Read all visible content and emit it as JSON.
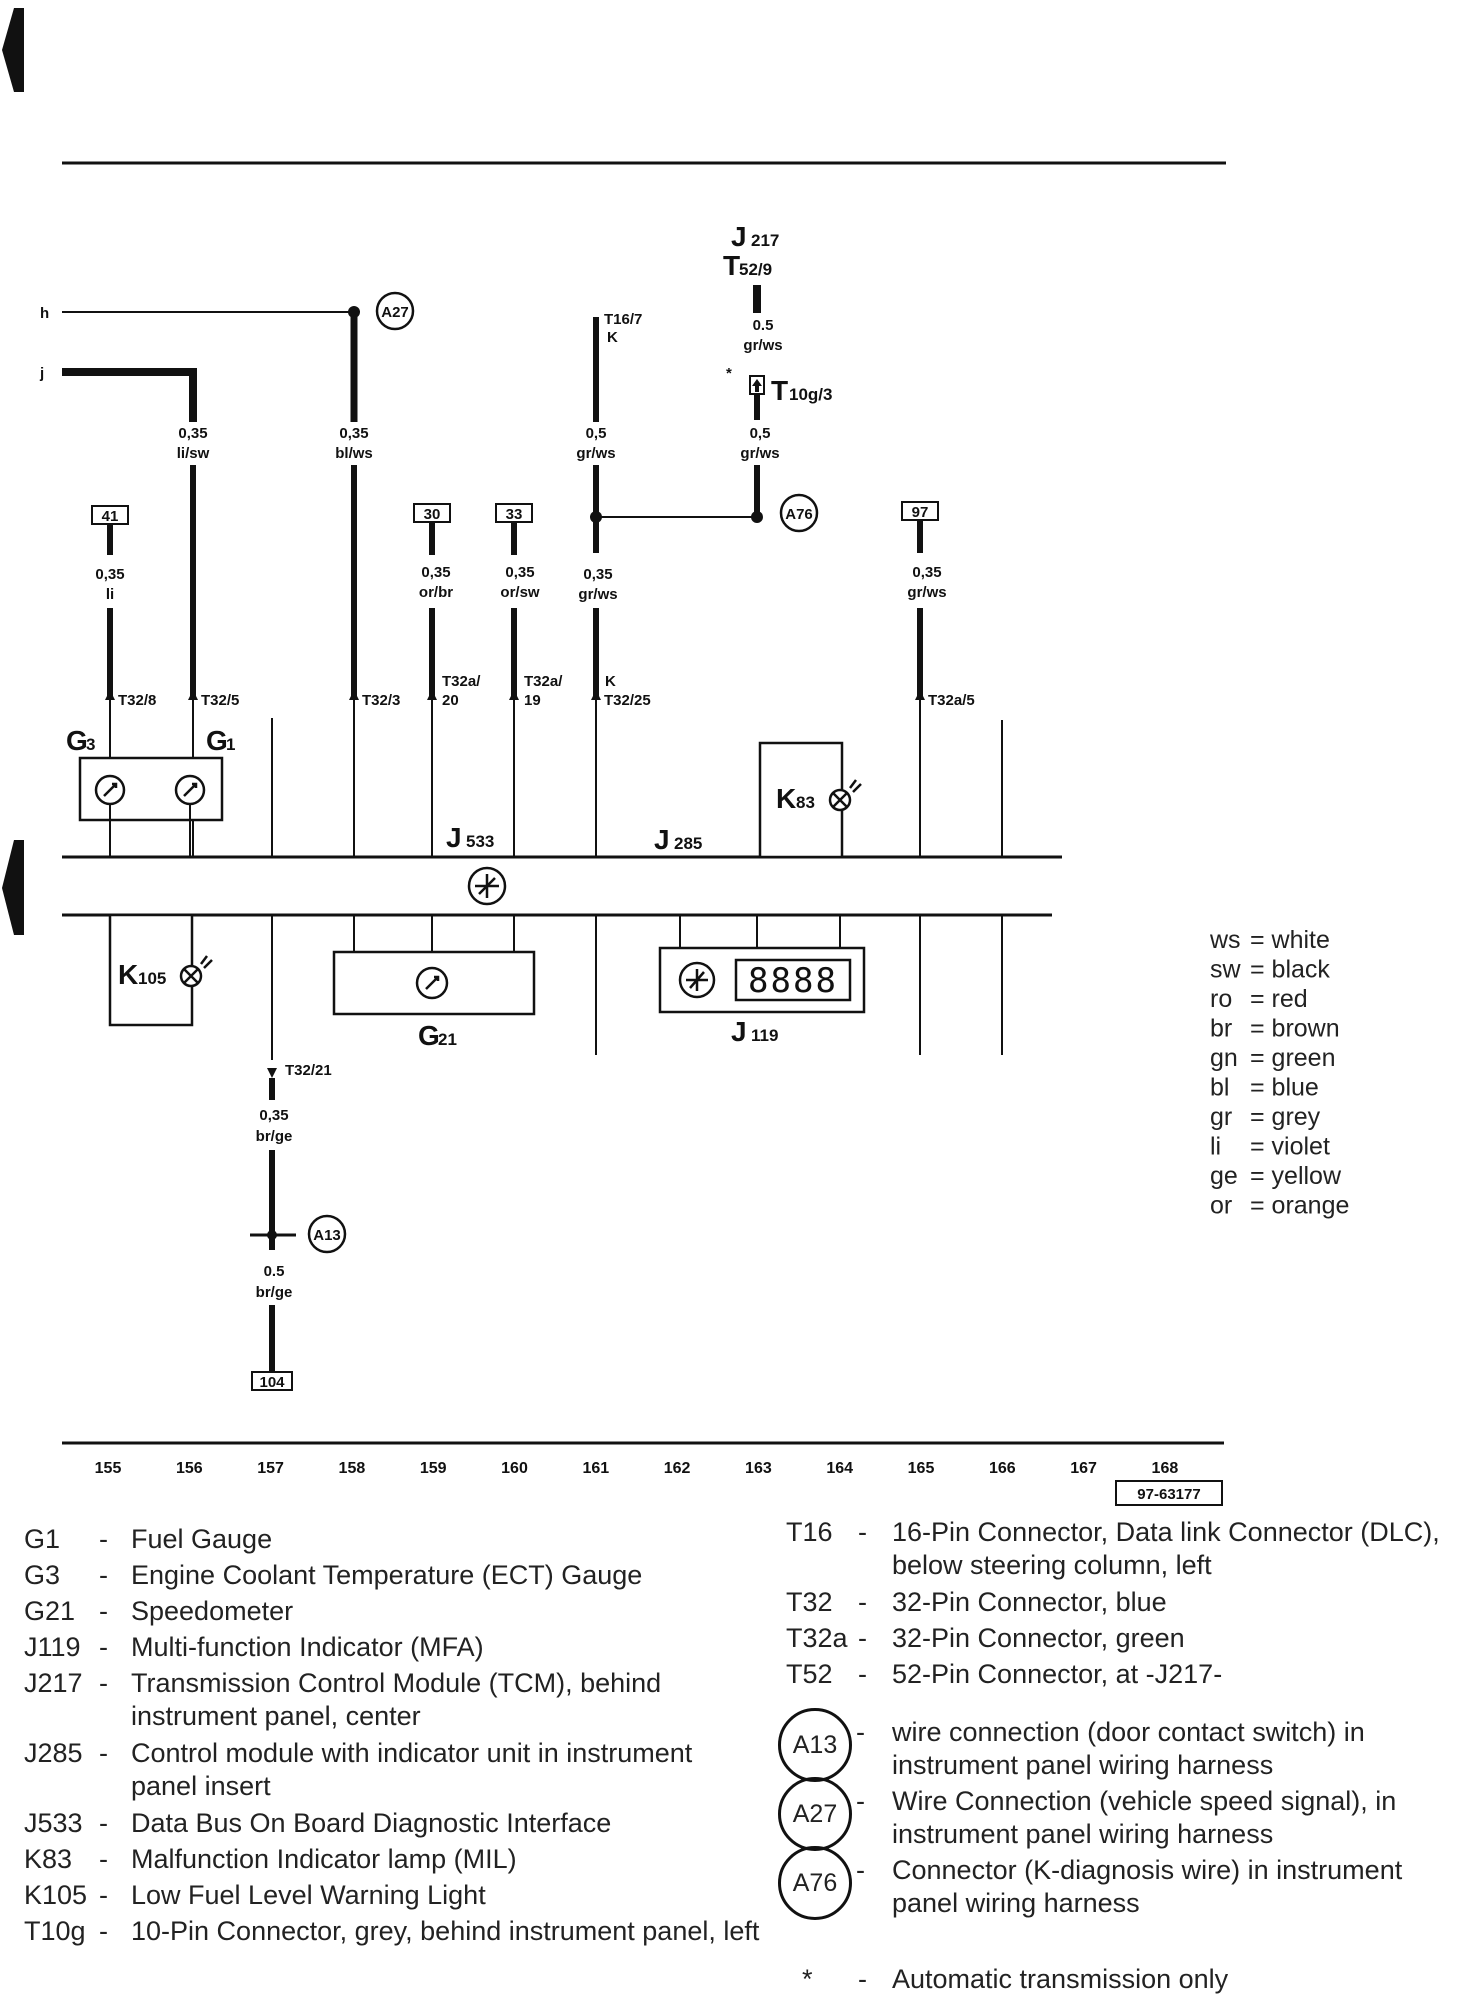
{
  "wires": {
    "h": "h",
    "j": "j",
    "w156": {
      "size": "0,35",
      "color": "li/sw"
    },
    "w158": {
      "size": "0,35",
      "color": "bl/ws"
    },
    "w161top": {
      "size": "0,5",
      "color": "gr/ws"
    },
    "w163a": {
      "size": "0.5",
      "color": "gr/ws"
    },
    "w163b": {
      "size": "0,5",
      "color": "gr/ws"
    },
    "w155": {
      "size": "0,35",
      "color": "li"
    },
    "w159": {
      "size": "0,35",
      "color": "or/br"
    },
    "w160": {
      "size": "0,35",
      "color": "or/sw"
    },
    "w161": {
      "size": "0,35",
      "color": "gr/ws"
    },
    "w165": {
      "size": "0,35",
      "color": "gr/ws"
    },
    "w157a": {
      "size": "0,35",
      "color": "br/ge"
    },
    "w157b": {
      "size": "0.5",
      "color": "br/ge"
    }
  },
  "terminals": {
    "t41": "41",
    "t30": "30",
    "t33": "33",
    "t97": "97",
    "t104": "104"
  },
  "pins": {
    "p155": "T32/8",
    "p156": "T32/5",
    "p158": "T32/3",
    "p159a": "T32a/",
    "p159b": "20",
    "p160a": "T32a/",
    "p160b": "19",
    "p161k": "K",
    "p161": "T32/25",
    "p165": "T32a/5",
    "p157": "T32/21",
    "t16": "T16/7",
    "t16k": "K",
    "t10g_main": "T",
    "t10g_sub": "10g/3",
    "t52_main": "T",
    "t52_sub": "52/9",
    "star": "*"
  },
  "components": {
    "G3": {
      "main": "G",
      "sub": "3"
    },
    "G1": {
      "main": "G",
      "sub": "1"
    },
    "J533": {
      "main": "J",
      "sub": "533"
    },
    "J285": {
      "main": "J",
      "sub": "285"
    },
    "K83": {
      "main": "K",
      "sub": "83"
    },
    "K105": {
      "main": "K",
      "sub": "105"
    },
    "G21": {
      "main": "G",
      "sub": "21"
    },
    "J119": {
      "main": "J",
      "sub": "119"
    },
    "J217": {
      "main": "J",
      "sub": "217"
    },
    "display": "8888"
  },
  "connectors": {
    "A27": "A27",
    "A76": "A76",
    "A13": "A13"
  },
  "color_legend": [
    {
      "code": "ws",
      "name": "white"
    },
    {
      "code": "sw",
      "name": "black"
    },
    {
      "code": "ro",
      "name": "red"
    },
    {
      "code": "br",
      "name": "brown"
    },
    {
      "code": "gn",
      "name": "green"
    },
    {
      "code": "bl",
      "name": "blue"
    },
    {
      "code": "gr",
      "name": "grey"
    },
    {
      "code": "li",
      "name": "violet"
    },
    {
      "code": "ge",
      "name": "yellow"
    },
    {
      "code": "or",
      "name": "orange"
    }
  ],
  "columns": [
    "155",
    "156",
    "157",
    "158",
    "159",
    "160",
    "161",
    "162",
    "163",
    "164",
    "165",
    "166",
    "167",
    "168"
  ],
  "drawing_number": "97-63177",
  "descriptions_left": [
    {
      "code": "G1",
      "text": "Fuel Gauge"
    },
    {
      "code": "G3",
      "text": "Engine Coolant Temperature (ECT) Gauge"
    },
    {
      "code": "G21",
      "text": "Speedometer"
    },
    {
      "code": "J119",
      "text": "Multi-function Indicator (MFA)"
    },
    {
      "code": "J217",
      "text": "Transmission Control Module (TCM), behind instrument panel, center"
    },
    {
      "code": "J285",
      "text": "Control module with indicator unit in instrument panel insert"
    },
    {
      "code": "J533",
      "text": "Data Bus On Board Diagnostic Interface"
    },
    {
      "code": "K83",
      "text": "Malfunction Indicator lamp (MIL)"
    },
    {
      "code": "K105",
      "text": "Low Fuel Level Warning Light"
    },
    {
      "code": "T10g",
      "text": "10-Pin Connector, grey, behind instrument panel, left"
    }
  ],
  "descriptions_right": [
    {
      "code": "T16",
      "text": "16-Pin Connector, Data link Connector (DLC), below steering column, left"
    },
    {
      "code": "T32",
      "text": "32-Pin Connector, blue"
    },
    {
      "code": "T32a",
      "text": "32-Pin Connector, green"
    },
    {
      "code": "T52",
      "text": "52-Pin Connector, at -J217-"
    }
  ],
  "descriptions_circles": [
    {
      "code": "A13",
      "text": "wire connection (door contact switch) in instrument panel wiring harness"
    },
    {
      "code": "A27",
      "text": "Wire Connection (vehicle speed signal), in instrument panel wiring harness"
    },
    {
      "code": "A76",
      "text": "Connector (K-diagnosis wire) in instrument panel wiring harness"
    }
  ],
  "footnote": {
    "symbol": "*",
    "text": "Automatic transmission only"
  },
  "dash": "-"
}
